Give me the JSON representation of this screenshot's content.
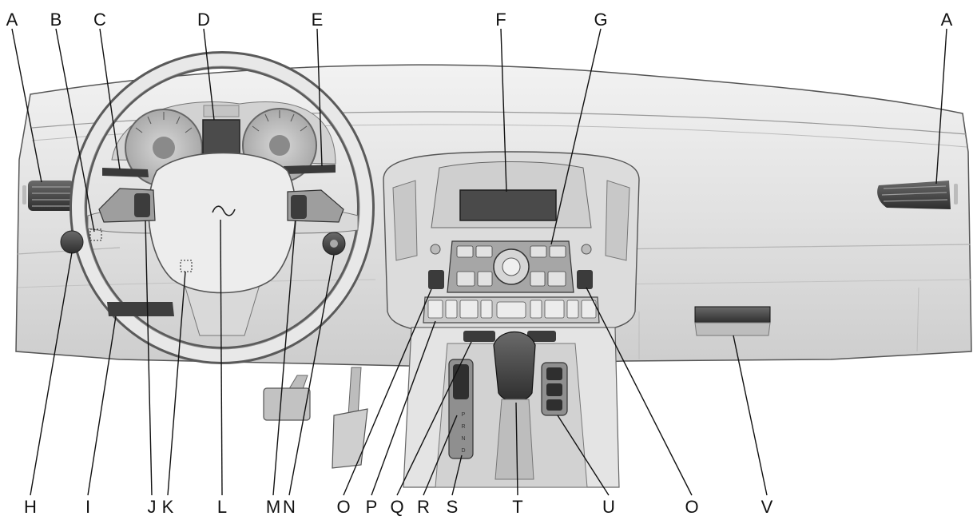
{
  "labels": {
    "a_left": "A",
    "b": "B",
    "c": "C",
    "d": "D",
    "e": "E",
    "f": "F",
    "g": "G",
    "a_right": "A",
    "h": "H",
    "i": "I",
    "j": "J",
    "k": "K",
    "l": "L",
    "m": "M",
    "n": "N",
    "o_left": "O",
    "p": "P",
    "q": "Q",
    "r": "R",
    "s": "S",
    "t": "T",
    "u": "U",
    "o_right": "O",
    "v": "V"
  },
  "gear_positions": [
    "P",
    "R",
    "N",
    "D"
  ],
  "colors": {
    "line": "#111111",
    "dash_light": "#e6e6e6",
    "dash_mid": "#cfcfcf",
    "dash_dark": "#8a8a8a",
    "screen": "#4a4a4a",
    "black_part": "#2b2b2b"
  }
}
